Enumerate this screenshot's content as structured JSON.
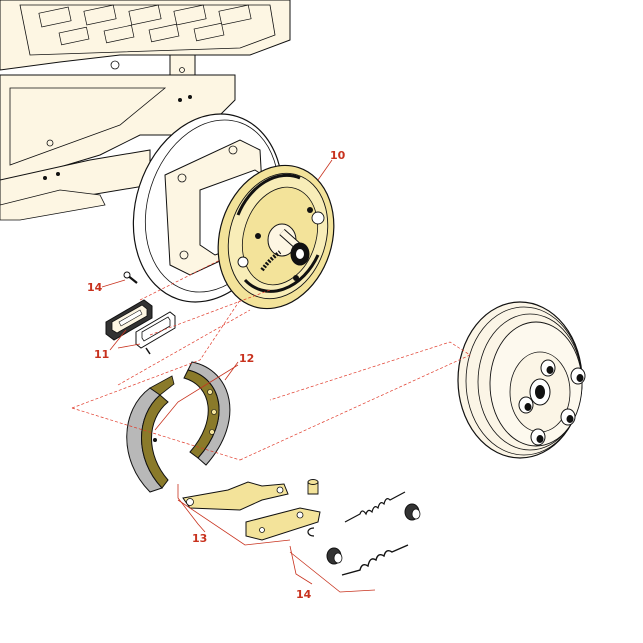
{
  "colors": {
    "callout": "#c8321e",
    "frame_fill": "#fdf6e3",
    "brass": "#f3e39a",
    "lining": "#8a7a2a",
    "shoe_grey": "#b8b8b8",
    "drum_fill": "#fbf5e6"
  },
  "callouts": {
    "c10": "10",
    "c11": "11",
    "c12": "12",
    "c13": "13",
    "c14_top": "14",
    "c14_bottom": "14"
  }
}
